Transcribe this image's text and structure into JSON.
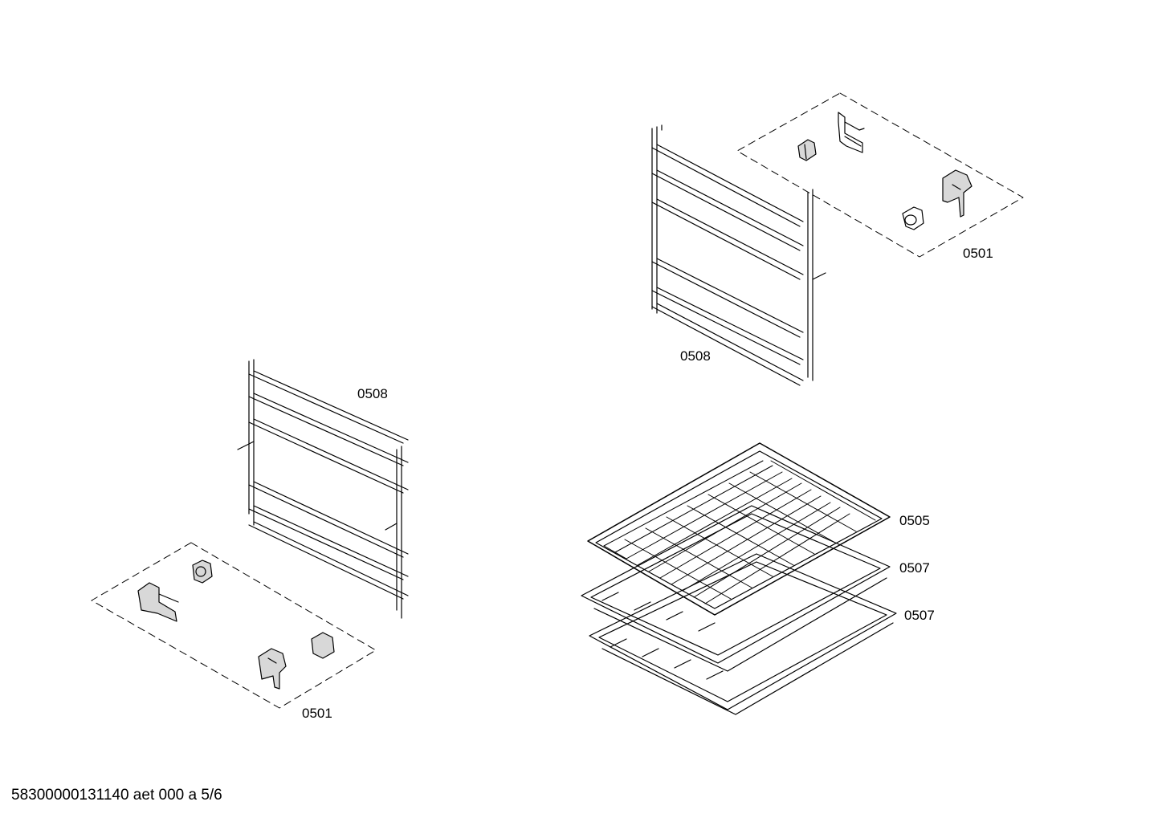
{
  "diagram": {
    "footer": "58300000131140 aet 000 a 5/6",
    "labels": {
      "clips_top_right": "0501",
      "rack_top_right": "0508",
      "rack_left": "0508",
      "clips_bottom_left": "0501",
      "grid_shelf": "0505",
      "tray_upper": "0507",
      "tray_lower": "0507"
    },
    "colors": {
      "line": "#000000",
      "part_fill": "#d8d8d8",
      "background": "#ffffff"
    }
  }
}
